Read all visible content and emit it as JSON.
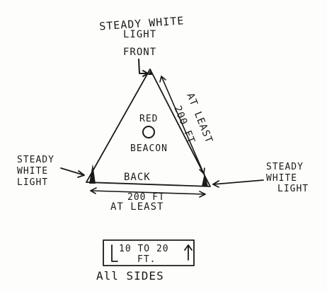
{
  "labels": {
    "front_light_line1": "STEADY WHITE",
    "front_light_line2": "LIGHT",
    "front": "FRONT",
    "center_line1": "RED",
    "center_line2": "BEACON",
    "side_measure_line1": "200 FT",
    "side_measure_line2": "AT LEAST",
    "left_light_line1": "STEADY",
    "left_light_line2": "WHITE",
    "left_light_line3": "LIGHT",
    "right_light_line1": "STEADY",
    "right_light_line2": "WHITE",
    "right_light_line3": "LIGHT",
    "back": "BACK",
    "base_measure_line1": "200 FT",
    "base_measure_line2": "AT LEAST",
    "box_line1": "10 TO 20",
    "box_line2": "FT.",
    "all_sides": "All SIDES"
  },
  "colors": {
    "ink": "#1a1a1a",
    "paper": "#fdfdfb"
  }
}
